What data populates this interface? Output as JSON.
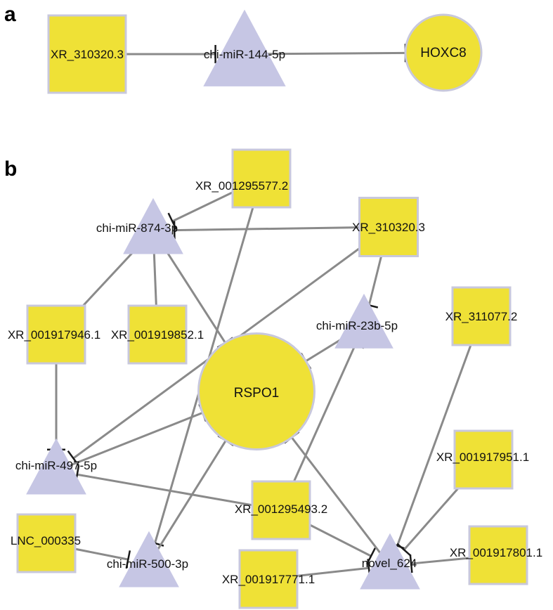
{
  "panels": [
    {
      "id": "a",
      "label": "a"
    },
    {
      "id": "b",
      "label": "b"
    }
  ],
  "colors": {
    "gene_fill": "#efe136",
    "mirna_fill": "#c6c6e4",
    "edge": "#8a8a8a",
    "inhibit_bar": "#1a1a1a",
    "node_border": "#c8c8dc"
  },
  "node_shapes": {
    "lncRNA": "square",
    "miRNA": "triangle",
    "mRNA": "circle"
  },
  "panel_a": {
    "nodes": [
      {
        "id": "a_xr310320",
        "label": "XR_310320.3",
        "type": "lncRNA"
      },
      {
        "id": "a_mir144",
        "label": "chi-miR-144-5p",
        "type": "miRNA"
      },
      {
        "id": "a_hoxc8",
        "label": "HOXC8",
        "type": "mRNA"
      }
    ],
    "edges": [
      {
        "source": "a_xr310320",
        "target": "a_mir144",
        "arrow": "inhibit"
      },
      {
        "source": "a_mir144",
        "target": "a_hoxc8",
        "arrow": "inhibit"
      }
    ]
  },
  "panel_b": {
    "nodes": [
      {
        "id": "xr001295577",
        "label": "XR_001295577.2",
        "type": "lncRNA"
      },
      {
        "id": "mir874",
        "label": "chi-miR-874-3p",
        "type": "miRNA"
      },
      {
        "id": "xr310320",
        "label": "XR_310320.3",
        "type": "lncRNA"
      },
      {
        "id": "xr001917946",
        "label": "XR_001917946.1",
        "type": "lncRNA"
      },
      {
        "id": "xr001919852",
        "label": "XR_001919852.1",
        "type": "lncRNA"
      },
      {
        "id": "mir23b",
        "label": "chi-miR-23b-5p",
        "type": "miRNA"
      },
      {
        "id": "xr311077",
        "label": "XR_311077.2",
        "type": "lncRNA"
      },
      {
        "id": "rspo1",
        "label": "RSPO1",
        "type": "mRNA"
      },
      {
        "id": "mir497",
        "label": "chi-miR-497-5p",
        "type": "miRNA"
      },
      {
        "id": "xr001917951",
        "label": "XR_001917951.1",
        "type": "lncRNA"
      },
      {
        "id": "xr001295493",
        "label": "XR_001295493.2",
        "type": "lncRNA"
      },
      {
        "id": "lnc000335",
        "label": "LNC_000335",
        "type": "lncRNA"
      },
      {
        "id": "mir500",
        "label": "chi-miR-500-3p",
        "type": "miRNA"
      },
      {
        "id": "novel624",
        "label": "novel_624",
        "type": "miRNA"
      },
      {
        "id": "xr001917801",
        "label": "XR_001917801.1",
        "type": "lncRNA"
      },
      {
        "id": "xr001917771",
        "label": "XR_001917771.1",
        "type": "lncRNA"
      }
    ],
    "edges": [
      {
        "source": "xr001295577",
        "target": "mir874",
        "arrow": "inhibit"
      },
      {
        "source": "xr310320",
        "target": "mir874",
        "arrow": "inhibit"
      },
      {
        "source": "xr001917946",
        "target": "mir874",
        "arrow": "inhibit"
      },
      {
        "source": "xr001919852",
        "target": "mir874",
        "arrow": "inhibit"
      },
      {
        "source": "mir874",
        "target": "rspo1",
        "arrow": "inhibit"
      },
      {
        "source": "xr310320",
        "target": "mir23b",
        "arrow": "inhibit"
      },
      {
        "source": "mir23b",
        "target": "rspo1",
        "arrow": "inhibit"
      },
      {
        "source": "xr001917946",
        "target": "mir497",
        "arrow": "inhibit"
      },
      {
        "source": "xr310320",
        "target": "mir497",
        "arrow": "inhibit"
      },
      {
        "source": "mir497",
        "target": "rspo1",
        "arrow": "inhibit"
      },
      {
        "source": "xr001295493",
        "target": "mir497",
        "arrow": "inhibit"
      },
      {
        "source": "xr001295577",
        "target": "mir500",
        "arrow": "inhibit"
      },
      {
        "source": "lnc000335",
        "target": "mir500",
        "arrow": "inhibit"
      },
      {
        "source": "mir500",
        "target": "rspo1",
        "arrow": "inhibit"
      },
      {
        "source": "xr001295493",
        "target": "mir23b",
        "arrow": "inhibit"
      },
      {
        "source": "xr001295493",
        "target": "novel624",
        "arrow": "inhibit"
      },
      {
        "source": "novel624",
        "target": "rspo1",
        "arrow": "inhibit"
      },
      {
        "source": "xr311077",
        "target": "novel624",
        "arrow": "inhibit"
      },
      {
        "source": "xr001917951",
        "target": "novel624",
        "arrow": "inhibit"
      },
      {
        "source": "xr001917801",
        "target": "novel624",
        "arrow": "inhibit"
      },
      {
        "source": "xr001917771",
        "target": "novel624",
        "arrow": "inhibit"
      }
    ]
  }
}
